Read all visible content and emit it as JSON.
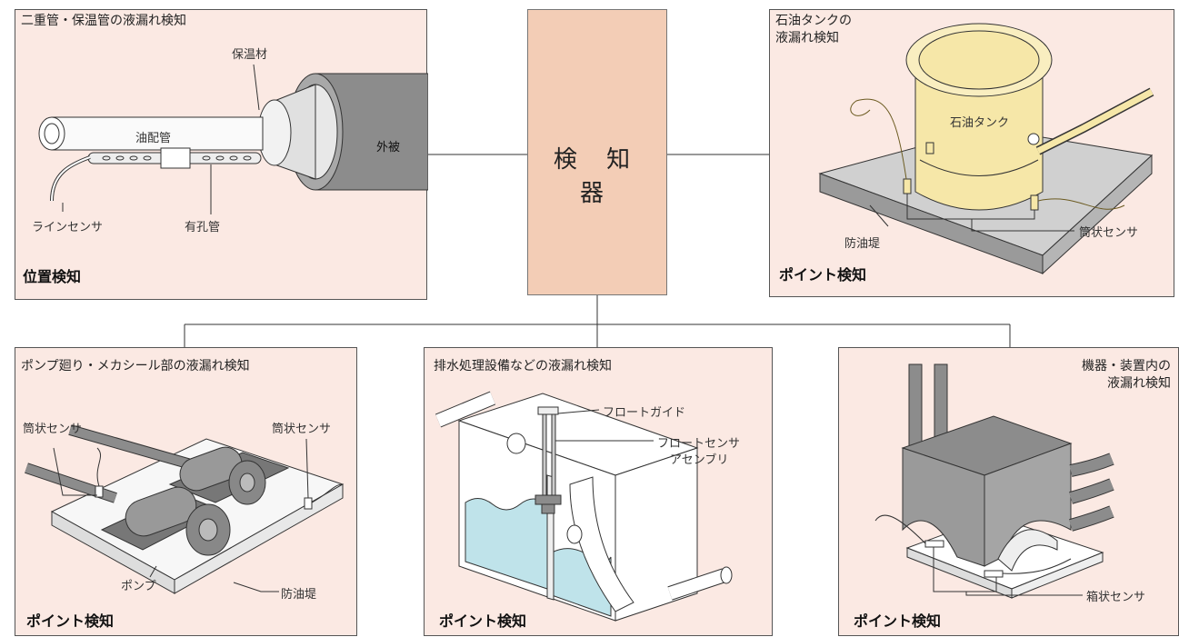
{
  "detector": {
    "label": "検 知 器"
  },
  "panels": {
    "pipe": {
      "title": "二重管・保温管の液漏れ検知",
      "footer": "位置検知",
      "labels": {
        "insulation": "保温材",
        "oil_pipe": "油配管",
        "outer_cover": "外被",
        "line_sensor": "ラインセンサ",
        "perforated_pipe": "有孔管"
      }
    },
    "tank": {
      "title_line1": "石油タンクの",
      "title_line2": "液漏れ検知",
      "footer": "ポイント検知",
      "labels": {
        "oil_tank": "石油タンク",
        "dike": "防油堤",
        "tube_sensor": "筒状センサ"
      }
    },
    "pump": {
      "title": "ポンプ廻り・メカシール部の液漏れ検知",
      "footer": "ポイント検知",
      "labels": {
        "tube_sensor_left": "筒状センサ",
        "tube_sensor_right": "筒状センサ",
        "pump": "ポンプ",
        "dike": "防油堤"
      }
    },
    "drain": {
      "title": "排水処理設備などの液漏れ検知",
      "footer": "ポイント検知",
      "labels": {
        "float_guide": "フロートガイド",
        "float_sensor_line1": "フロートセンサ",
        "float_sensor_line2": "アセンブリ"
      }
    },
    "device": {
      "title_line1": "機器・装置内の",
      "title_line2": "液漏れ検知",
      "footer": "ポイント検知",
      "labels": {
        "box_sensor": "箱状センサ"
      }
    }
  },
  "colors": {
    "panel_bg": "#fbe9e3",
    "detector_bg": "#f3cdb6",
    "water": "#bfe3ea",
    "metal": "#8c8c8c",
    "tank": "#f6e7a8"
  }
}
